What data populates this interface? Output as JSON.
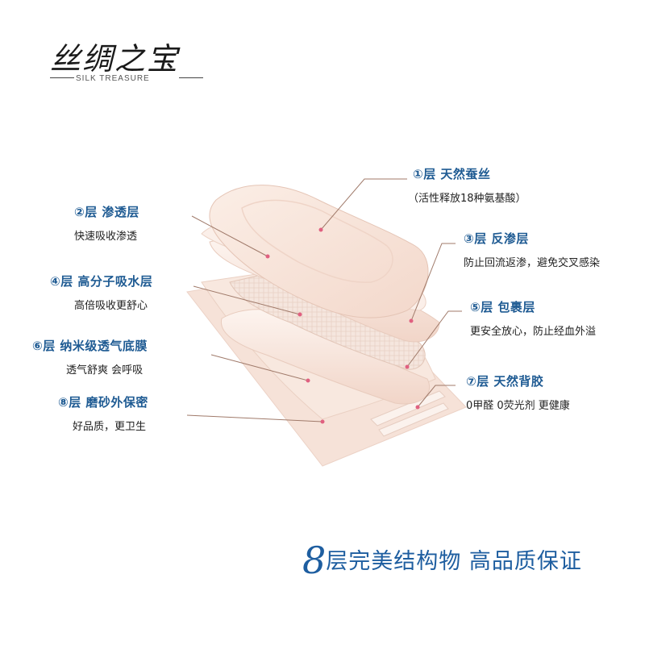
{
  "logo": {
    "text_cn": "丝绸之宝",
    "text_en": "SILK TREASURE"
  },
  "layers": [
    {
      "id": "1",
      "title": "①层  天然蚕丝",
      "desc": "（活性释放18种氨基酸）"
    },
    {
      "id": "2",
      "title": "②层  渗透层",
      "desc": "快速吸收渗透"
    },
    {
      "id": "3",
      "title": "③层  反渗层",
      "desc": "防止回流返渗，避免交叉感染"
    },
    {
      "id": "4",
      "title": "④层  高分子吸水层",
      "desc": "高倍吸收更舒心"
    },
    {
      "id": "5",
      "title": "⑤层  包裹层",
      "desc": "更安全放心，防止经血外溢"
    },
    {
      "id": "6",
      "title": "⑥层  纳米级透气底膜",
      "desc": "透气舒爽   会呼吸"
    },
    {
      "id": "7",
      "title": "⑦层  天然背胶",
      "desc": "0甲醛   0荧光剂  更健康"
    },
    {
      "id": "8",
      "title": "⑧层  磨砂外保密",
      "desc": "好品质，更卫生"
    }
  ],
  "tagline": {
    "number": "8",
    "text": "层完美结构物   高品质保证"
  },
  "colors": {
    "title": "#1f5b93",
    "leader": "#a07a6a",
    "dot": "#e06080",
    "pad": "#f7e4da",
    "tagline": "#1e5ea0"
  }
}
